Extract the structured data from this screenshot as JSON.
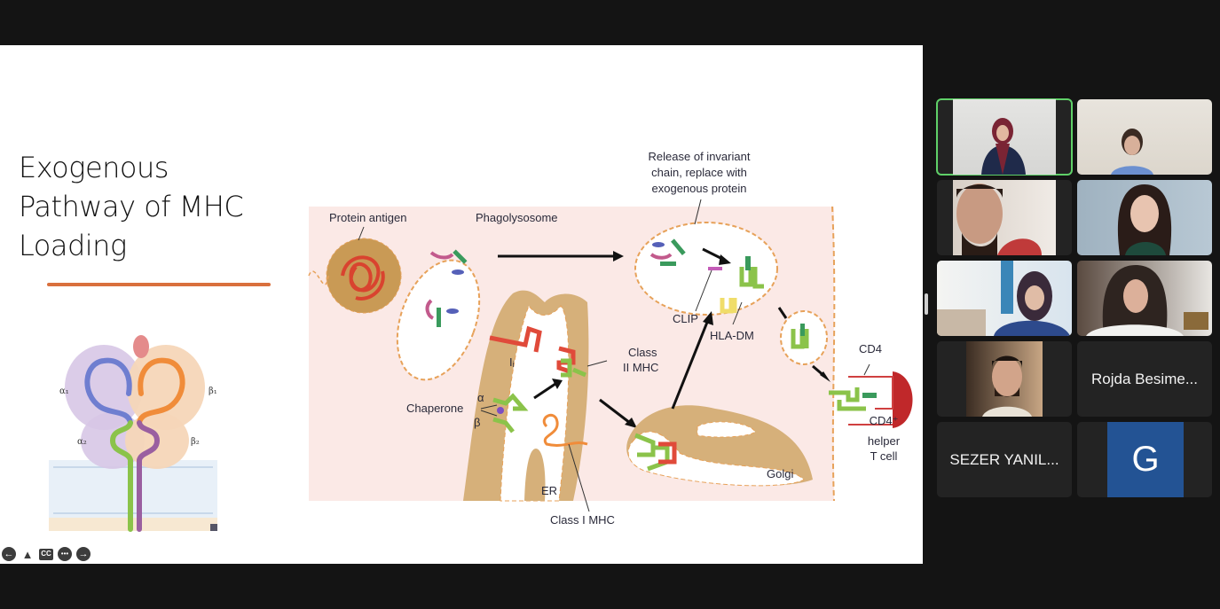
{
  "slide": {
    "title": "Exogenous\nPathway of MHC\nLoading",
    "accent_color": "#d9703d",
    "mhc_structure_labels": {
      "alpha1": "α₁",
      "alpha2": "α₂",
      "beta1": "β₁",
      "beta2": "β₂"
    },
    "diagram_labels": {
      "protein_antigen": "Protein antigen",
      "phagolysosome": "Phagolysosome",
      "release_line1": "Release of invariant",
      "release_line2": "chain, replace with",
      "release_line3": "exogenous protein",
      "clip": "CLIP",
      "hla_dm": "HLA-DM",
      "class_ii_line1": "Class",
      "class_ii_line2": "II MHC",
      "ii": "Iᵢ",
      "chaperone": "Chaperone",
      "alpha": "α",
      "beta": "β",
      "er": "ER",
      "class_i_mhc": "Class I MHC",
      "golgi": "Golgi",
      "cd4": "CD4",
      "t_cell_line1": "CD4⁺",
      "t_cell_line2": "helper",
      "t_cell_line3": "T cell"
    }
  },
  "slide_controls": [
    {
      "name": "previous-slide",
      "glyph": "←"
    },
    {
      "name": "pen-tool",
      "glyph": "▲"
    },
    {
      "name": "captions",
      "glyph": "CC"
    },
    {
      "name": "more-options",
      "glyph": "•••"
    },
    {
      "name": "next-slide",
      "glyph": "→"
    }
  ],
  "participants": [
    {
      "type": "video",
      "active_speaker": true
    },
    {
      "type": "video"
    },
    {
      "type": "video"
    },
    {
      "type": "video"
    },
    {
      "type": "video"
    },
    {
      "type": "video"
    },
    {
      "type": "video"
    },
    {
      "type": "name",
      "name": "Rojda Besime..."
    },
    {
      "type": "name",
      "name": "SEZER YANIL..."
    },
    {
      "type": "avatar",
      "initial": "G",
      "color": "#235394"
    }
  ]
}
